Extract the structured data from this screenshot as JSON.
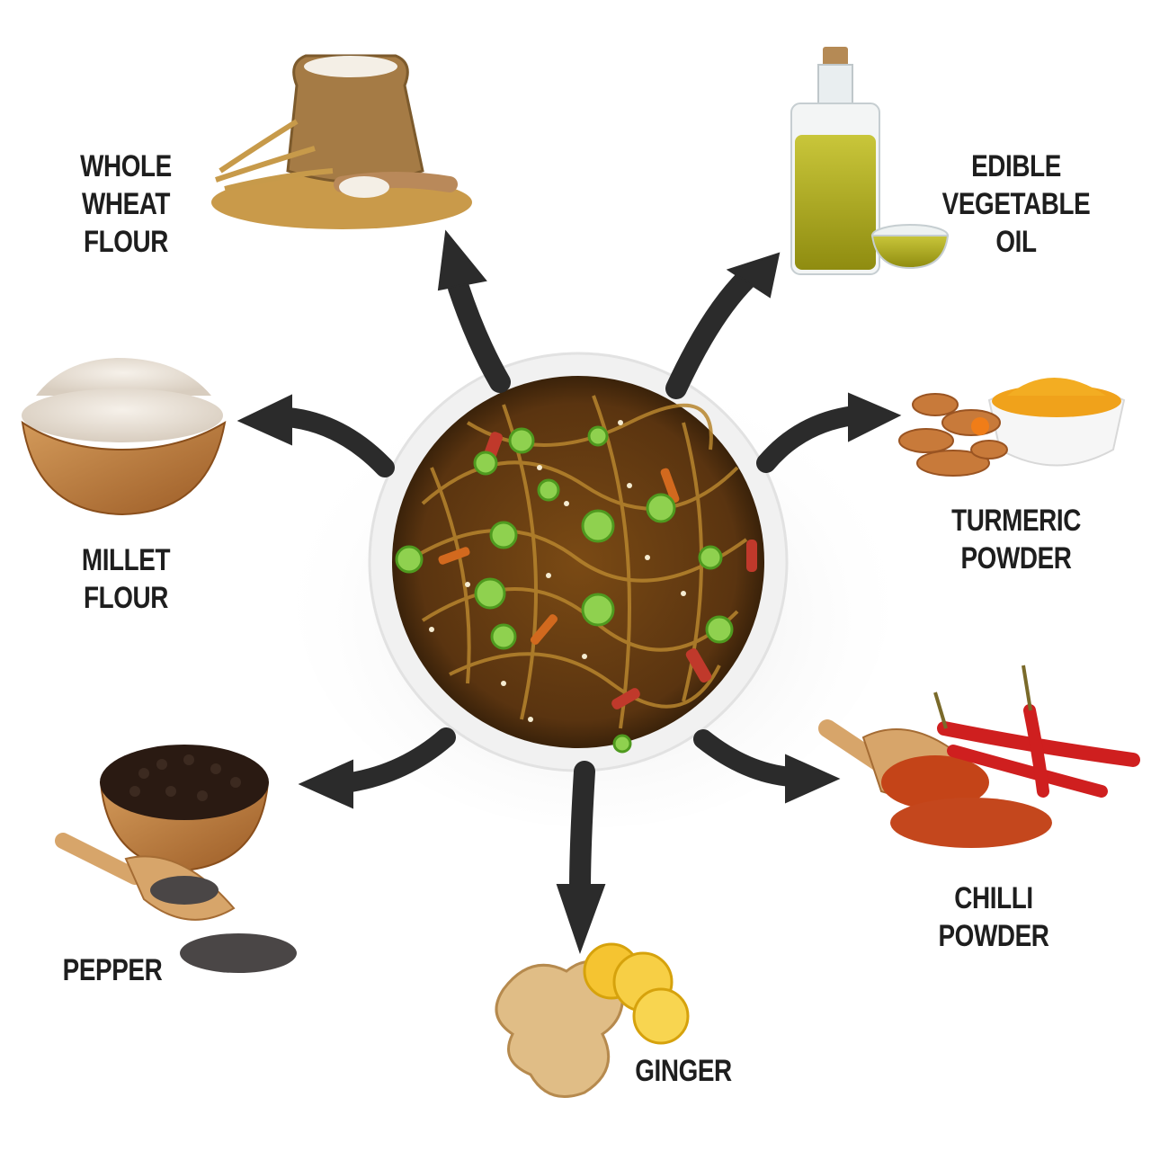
{
  "labels": {
    "whole_wheat_flour": "WHOLE WHEAT\nFLOUR",
    "edible_vegetable_oil": "EDIBLE VEGETABLE\nOIL",
    "turmeric_powder": "TURMERIC POWDER",
    "millet_flour": "MILLET FLOUR",
    "chilli_powder": "CHILLI  POWDER",
    "pepper": "PEPPER",
    "ginger": "GINGER"
  },
  "colors": {
    "arrow": "#2b2b2b",
    "text": "#1e1e1e",
    "noodle": "#8a5a1c",
    "bowl": "#f3f3f3"
  }
}
